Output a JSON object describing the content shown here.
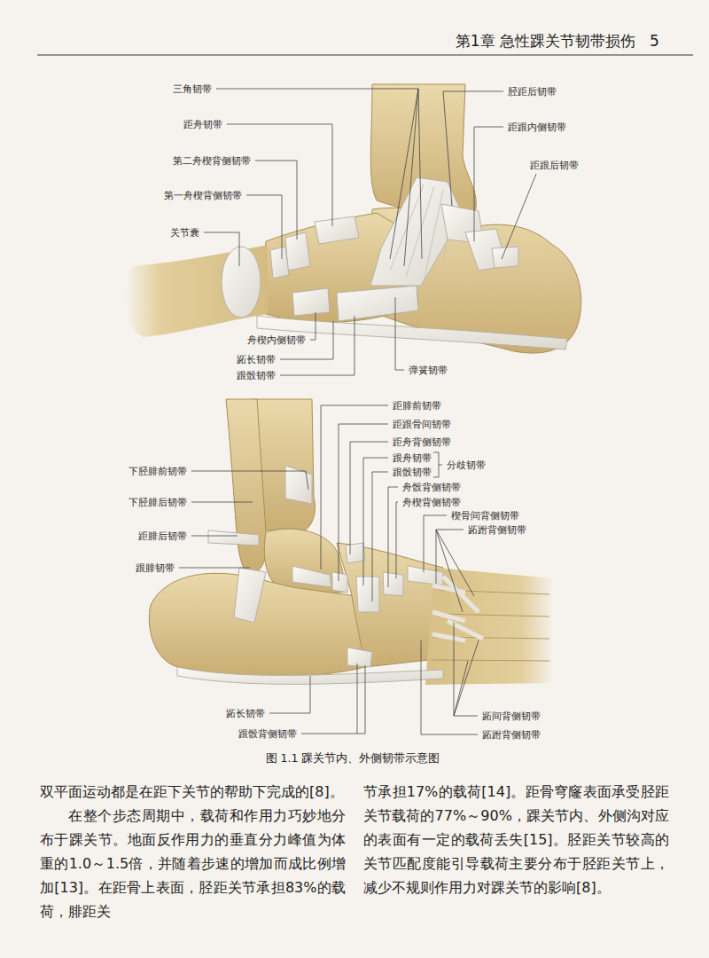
{
  "diagram": {
    "caption": "图 1.1 踝关节内、外侧韧带示意图",
    "labels": [
      "第1章 急性踝关节韧带损伤",
      "5",
      "三角韧带",
      "距舟韧带",
      "第二舟楔背侧韧带",
      "第一舟楔背侧韧带",
      "关节囊",
      "舟楔内侧韧带",
      "跖长韧带",
      "跟骰韧带",
      "弹簧韧带",
      "胫距后韧带",
      "距跟内侧韧带",
      "距跟后韧带",
      "距腓前韧带",
      "距跟骨间韧带",
      "距舟背侧韧带",
      "跟舟韧带",
      "跟骰韧带",
      "分歧韧带",
      "舟骰背侧韧带",
      "舟楔背侧韧带",
      "楔骨间背侧韧带",
      "跖跗背侧韧带",
      "下胫腓前韧带",
      "下胫腓后韧带",
      "距腓后韧带",
      "跟腓韧带",
      "跖长韧带",
      "跟骰背侧韧带",
      "跖间背侧韧带",
      "跖跗背侧韧带",
      "双平面运动都是在距下关节的帮助下完成的[8]。",
      "在整个步态周期中，载荷和作用力巧妙地分布于踝关节。地面反作用力的垂直分力峰值为体重的1.0～1.5倍，并随着步速的增加而成比例增加[13]。在距骨上表面，胫距关节承担83%的载荷，腓距关",
      "节承担17%的载荷[14]。距骨穹窿表面承受胫距关节载荷的77%～90%，踝关节内、外侧沟对应的表面有一定的载荷丢失[15]。胫距关节较高的关节匹配度能引导载荷主要分布于胫距关节上，减少不规则作用力对踝关节的影响[8]。"
    ]
  }
}
